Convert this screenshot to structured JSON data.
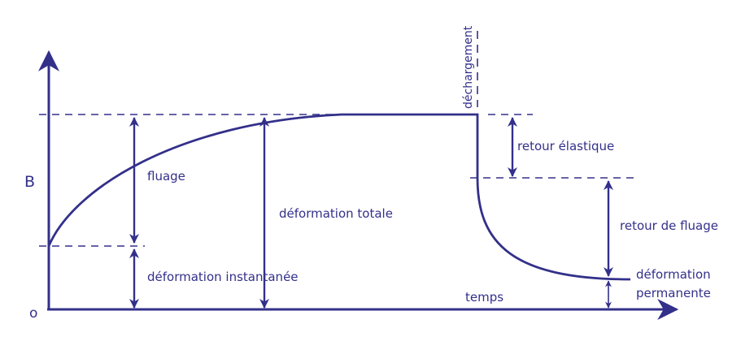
{
  "colors": {
    "stroke": "#33308a",
    "text": "#33308a"
  },
  "axes": {
    "y_label": "B",
    "origin_label": "o",
    "x_label": "temps"
  },
  "labels": {
    "fluage": "fluage",
    "deformation_totale": "déformation totale",
    "deformation_instantanee": "déformation instantanée",
    "dechargement": "déchargement",
    "retour_elastique": "retour élastique",
    "retour_fluage": "retour de fluage",
    "deformation_permanente_line1": "déformation",
    "deformation_permanente_line2": "permanente"
  }
}
